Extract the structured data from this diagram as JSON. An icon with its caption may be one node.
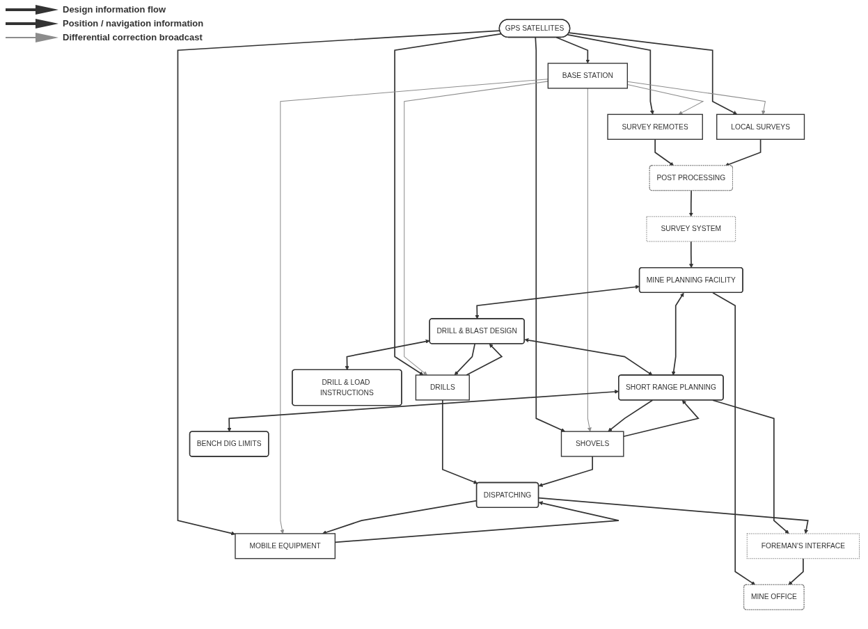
{
  "diagram": {
    "nodes": [
      {
        "text": [
          "GPS SATELLITES"
        ]
      },
      {
        "text": [
          "BASE STATION"
        ]
      },
      {
        "text": [
          "SURVEY REMOTES"
        ]
      },
      {
        "text": [
          "LOCAL SURVEYS"
        ]
      },
      {
        "text": [
          "DRILLS"
        ]
      },
      {
        "text": [
          "SHOVELS"
        ]
      },
      {
        "text": [
          "MOBILE EQUIPMENT"
        ]
      },
      {
        "text": [
          "POST PROCESSING"
        ]
      },
      {
        "text": [
          "DRILL & BLAST DESIGN"
        ]
      },
      {
        "text": [
          "SHORT RANGE PLANNING"
        ]
      },
      {
        "text": [
          "DISPATCHING"
        ]
      },
      {
        "text": [
          "SURVEY SYSTEM"
        ]
      },
      {
        "text": [
          "DRILL & LOAD INSTRUCTIONS"
        ]
      },
      {
        "text": [
          "BENCH DIG LIMITS"
        ]
      },
      {
        "text": [
          "FOREMAN'S INTERFACE"
        ]
      },
      {
        "text": [
          "MINE PLANNING FACILITY"
        ]
      },
      {
        "text": [
          "MINE OFFICE"
        ]
      }
    ],
    "edges": [
      {
        "from": 0,
        "to": 1,
        "arrow": "to"
      },
      {
        "from": 0,
        "to": 2,
        "arrow": "to"
      },
      {
        "from": 0,
        "to": 3,
        "arrow": "to"
      },
      {
        "from": 0,
        "to": 4,
        "arrow": "to"
      },
      {
        "from": 0,
        "to": 5,
        "arrow": "to"
      },
      {
        "from": 0,
        "to": 6,
        "arrow": "to"
      },
      {
        "from": 1,
        "to": 2,
        "arrow": "to",
        "color": "#8c8c8c"
      },
      {
        "from": 1,
        "to": 3,
        "arrow": "to",
        "color": "#8c8c8c"
      },
      {
        "from": 1,
        "to": 4,
        "arrow": "to",
        "color": "#8c8c8c"
      },
      {
        "from": 1,
        "to": 5,
        "arrow": "to",
        "color": "#8c8c8c"
      },
      {
        "from": 1,
        "to": 6,
        "arrow": "to",
        "color": "#8c8c8c"
      },
      {
        "from": 2,
        "to": 7,
        "arrow": "to"
      },
      {
        "from": 3,
        "to": 7,
        "arrow": "to"
      },
      {
        "from": 4,
        "to": 8,
        "arrow": "to"
      },
      {
        "from": 8,
        "to": 4,
        "arrow": "to"
      },
      {
        "from": 4,
        "to": 10,
        "arrow": "to"
      },
      {
        "from": 5,
        "to": 9,
        "arrow": "to"
      },
      {
        "from": 9,
        "to": 5,
        "arrow": "to"
      },
      {
        "from": 5,
        "to": 10,
        "arrow": "to"
      },
      {
        "from": 6,
        "to": 10,
        "arrow": "to"
      },
      {
        "from": 10,
        "to": 6,
        "arrow": "to"
      },
      {
        "from": 8,
        "to": 9,
        "arrow": "both"
      },
      {
        "from": 15,
        "to": 8,
        "arrow": "both"
      },
      {
        "from": 15,
        "to": 9,
        "arrow": "both"
      },
      {
        "from": 7,
        "to": 11,
        "arrow": "to"
      },
      {
        "from": 8,
        "to": 12,
        "arrow": "both"
      },
      {
        "from": 9,
        "to": 13,
        "arrow": "both"
      },
      {
        "from": 9,
        "to": 14,
        "arrow": "to"
      },
      {
        "from": 10,
        "to": 14,
        "arrow": "to"
      },
      {
        "from": 11,
        "to": 15,
        "arrow": "to"
      },
      {
        "from": 15,
        "to": 16,
        "arrow": "to"
      },
      {
        "from": 14,
        "to": 16,
        "arrow": "to"
      }
    ],
    "legend": [
      {
        "text": "Design information flow"
      },
      {
        "text": "Position / navigation information"
      },
      {
        "text": "Differential correction broadcast"
      }
    ]
  }
}
